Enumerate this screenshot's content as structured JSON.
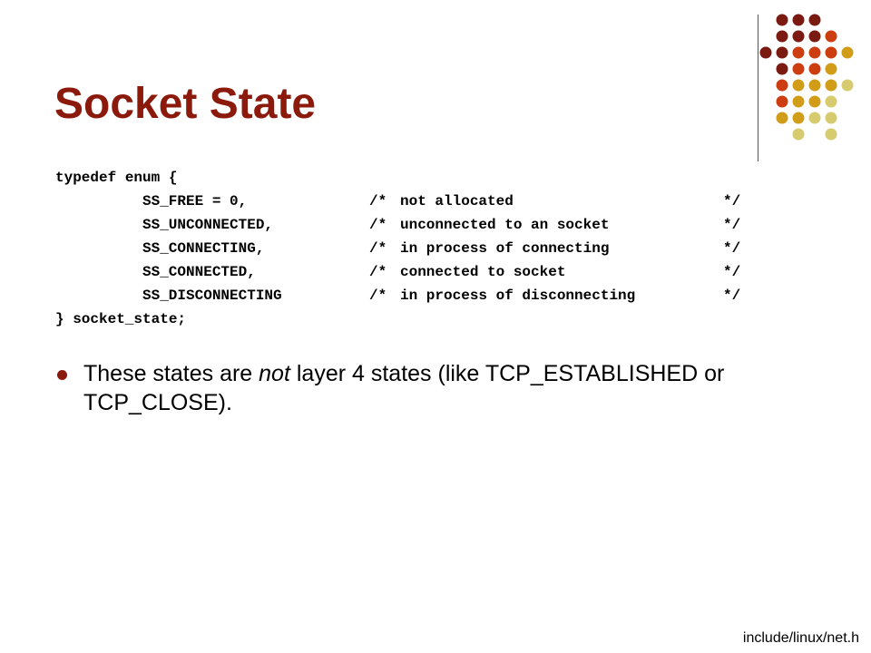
{
  "slide": {
    "title": "Socket State",
    "colors": {
      "title": "#8b1a0c",
      "dot_palette": [
        "#7a1a10",
        "#cc3d10",
        "#d19c18",
        "#d6cb6e"
      ]
    }
  },
  "code": {
    "open": "typedef enum {",
    "entries": [
      {
        "name": "SS_FREE = 0,",
        "comment": "not allocated"
      },
      {
        "name": "SS_UNCONNECTED,",
        "comment": "unconnected to an socket"
      },
      {
        "name": "SS_CONNECTING,",
        "comment": "in process of connecting"
      },
      {
        "name": "SS_CONNECTED,",
        "comment": "connected to socket"
      },
      {
        "name": "SS_DISCONNECTING",
        "comment": "in process of disconnecting"
      }
    ],
    "comment_open": "/*",
    "comment_close": "*/",
    "close": "} socket_state;"
  },
  "bullet": {
    "before": "These states are ",
    "emphasis": "not",
    "after": " layer 4 states (like TCP_ESTABLISHED or TCP_CLOSE)."
  },
  "footer": "include/linux/net.h"
}
